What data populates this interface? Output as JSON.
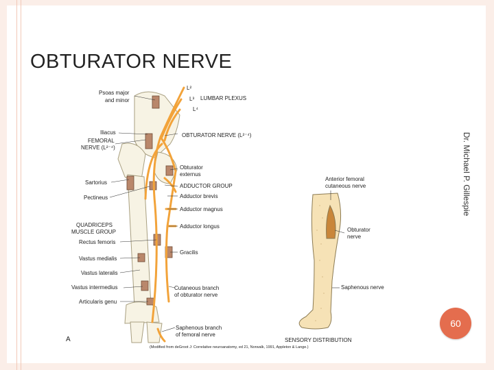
{
  "slide": {
    "title": "OBTURATOR NERVE",
    "author_vertical": "Dr. Michael P. Gillespie",
    "page_number": "60"
  },
  "figure": {
    "labels": {
      "psoas": "Psoas major",
      "psoas2": "and minor",
      "l2": "L²",
      "l3": "L³",
      "l4": "L⁴",
      "lumbar": "LUMBAR PLEXUS",
      "iliacus": "Iliacus",
      "femoral": "FEMORAL",
      "femoral2": "NERVE (L²⁻⁴)",
      "obturator_nerve": "OBTURATOR NERVE (L²⁻⁴)",
      "obt_ext": "Obturator",
      "obt_ext2": "externus",
      "adductor_group": "ADDUCTOR GROUP",
      "add_brevis": "Adductor brevis",
      "add_magnus": "Adductor magnus",
      "add_longus": "Adductor longus",
      "sartorius": "Sartorius",
      "pectineus": "Pectineus",
      "quad": "QUADRICEPS",
      "quad2": "MUSCLE GROUP",
      "rectus": "Rectus femoris",
      "vmedialis": "Vastus medialis",
      "vlateralis": "Vastus lateralis",
      "vinter": "Vastus intermedius",
      "artic": "Articularis genu",
      "gracilis": "Gracilis",
      "cut_branch": "Cutaneous branch",
      "cut_branch2": "of obturator nerve",
      "saph_branch": "Saphenous branch",
      "saph_branch2": "of femoral nerve",
      "ant_fem": "Anterior femoral",
      "ant_fem2": "cutaneous nerve",
      "obt_nerve_r": "Obturator",
      "obt_nerve_r2": "nerve",
      "saph_nerve": "Saphenous nerve",
      "sensory": "SENSORY DISTRIBUTION",
      "panel": "A",
      "caption": "(Modified from deGroot J: Correlative neuroanatomy, ed 21, Norwalk, 1991, Appleton & Lange.)"
    }
  }
}
